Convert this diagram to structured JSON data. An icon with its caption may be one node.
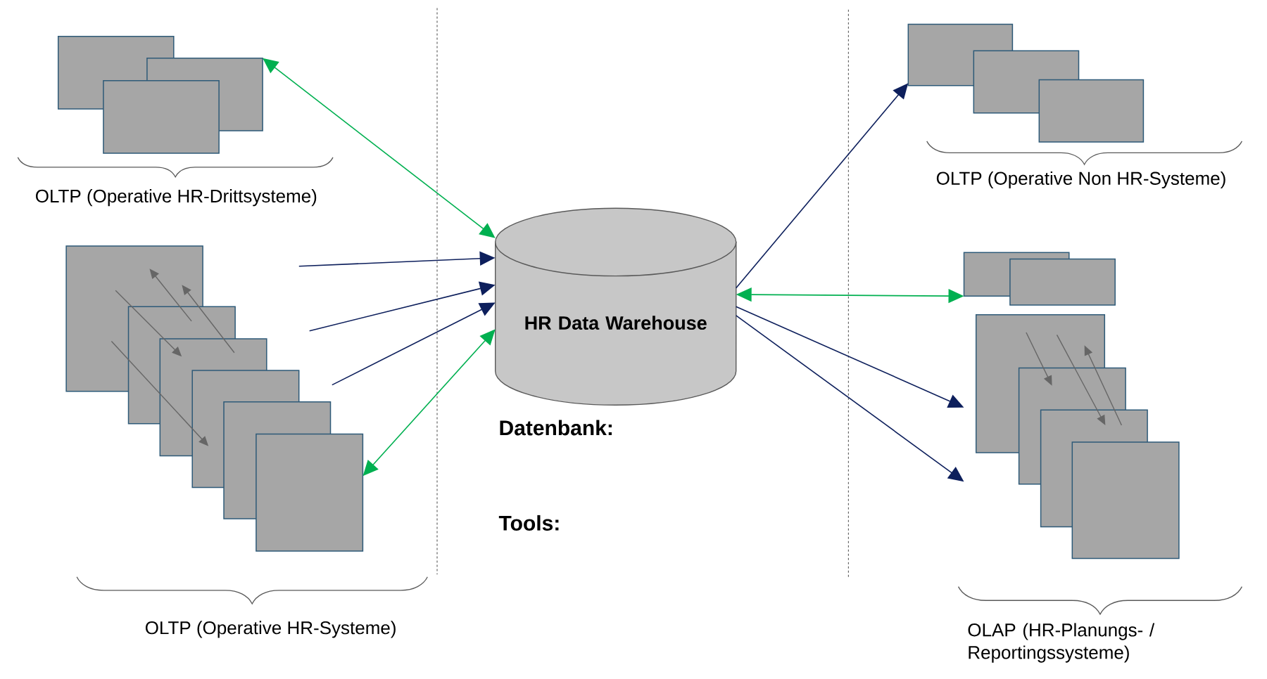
{
  "diagram": {
    "nodes": [
      {
        "text": [
          "OLTP (Operative HR-Drittsysteme)"
        ]
      },
      {
        "text": [
          "OLTP (Operative HR-Systeme)"
        ]
      },
      {
        "text": [
          "OLTP (Operative Non HR-Systeme)"
        ]
      },
      {
        "text": [
          "HR Data Warehouse"
        ]
      },
      {
        "text": [
          "OLAP (HR-Planungs- / Reportingssysteme)"
        ]
      }
    ],
    "edges": [
      {
        "from": 0,
        "to": 3,
        "arrow": "both",
        "color": "#00b050"
      },
      {
        "from": 1,
        "to": 3,
        "arrow": "to"
      },
      {
        "from": 1,
        "to": 3,
        "arrow": "to"
      },
      {
        "from": 1,
        "to": 3,
        "arrow": "to"
      },
      {
        "from": 1,
        "to": 3,
        "arrow": "both",
        "color": "#00b050"
      },
      {
        "from": 3,
        "to": 2,
        "arrow": "to"
      },
      {
        "from": 3,
        "to": 4,
        "arrow": "both",
        "color": "#00b050"
      },
      {
        "from": 3,
        "to": 4,
        "arrow": "to"
      },
      {
        "from": 3,
        "to": 4,
        "arrow": "to"
      }
    ],
    "labels": [
      "Datenbank:",
      "Tools:"
    ]
  }
}
